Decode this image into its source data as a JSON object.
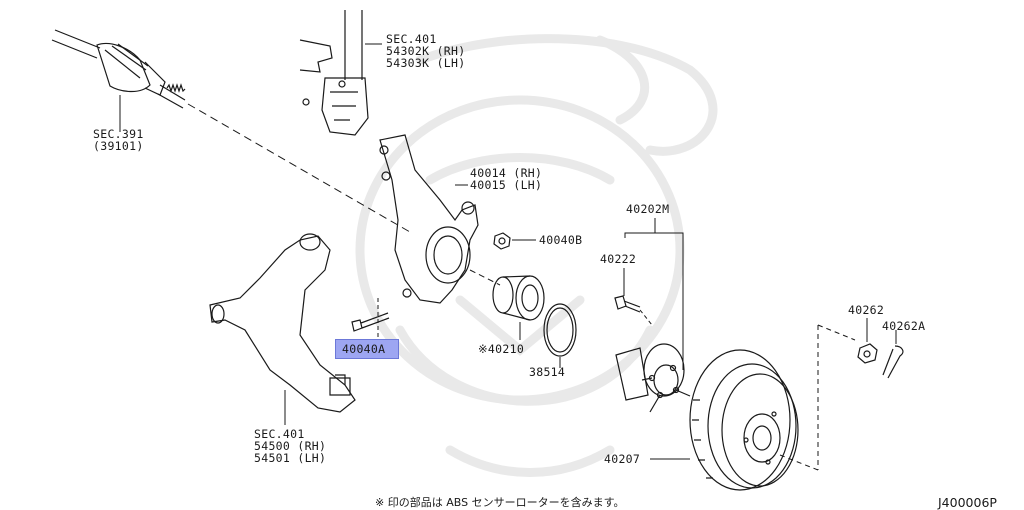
{
  "callouts": {
    "sec391": [
      "SEC.391",
      "(39101)"
    ],
    "sec401_strut": [
      "SEC.401",
      "54302K (RH)",
      "54303K (LH)"
    ],
    "knuckle": [
      "40014 (RH)",
      "40015 (LH)"
    ],
    "nut_40040b": "40040B",
    "hub_assy": "40202M",
    "stud": "40222",
    "nut_40262": "40262",
    "pin_40262a": "40262A",
    "bolt_40040a": "40040A",
    "bearing": "※40210",
    "snap_ring": "38514",
    "sec401_arm": [
      "SEC.401",
      "54500 (RH)",
      "54501 (LH)"
    ],
    "rotor": "40207"
  },
  "footnote": "※ 印の部品は ABS センサーローターを含みます。",
  "diagram_code": "J400006P",
  "colors": {
    "line": "#1a1a1a",
    "highlight": "#9da6f2",
    "watermark": "#e9e9e9"
  }
}
